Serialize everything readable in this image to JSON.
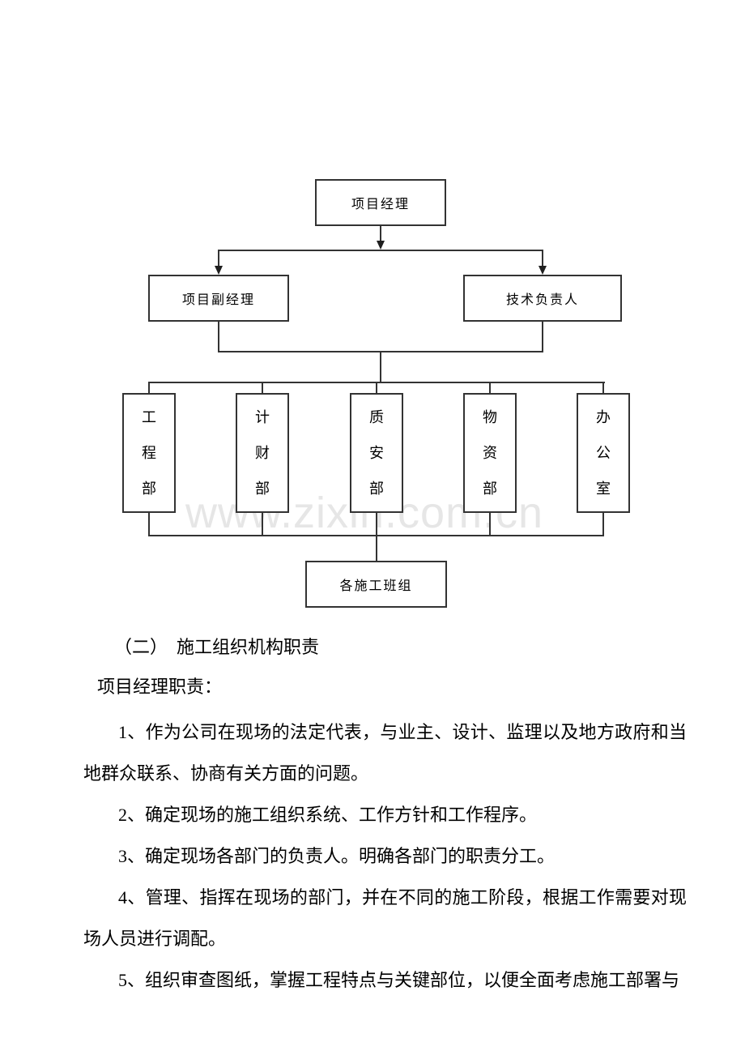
{
  "watermark": "www.zixin.com.cn",
  "chart": {
    "root_label": "项目经理",
    "deputy_label": "项目副经理",
    "technical_label": "技术负责人",
    "departments": [
      "工程部",
      "计财部",
      "质安部",
      "物资部",
      "办公室"
    ],
    "crew_label": "各施工班组",
    "line_color": "#333333"
  },
  "document": {
    "heading": "（二）  施工组织机构职责",
    "subheading": "项目经理职责：",
    "paragraphs": [
      "1、作为公司在现场的法定代表，与业主、设计、监理以及地方政府和当地群众联系、协商有关方面的问题。",
      "2、确定现场的施工组织系统、工作方针和工作程序。",
      "3、确定现场各部门的负责人。明确各部门的职责分工。",
      "4、管理、指挥在现场的部门，并在不同的施工阶段，根据工作需要对现场人员进行调配。",
      "5、组织审查图纸，掌握工程特点与关键部位，以便全面考虑施工部署与"
    ]
  }
}
